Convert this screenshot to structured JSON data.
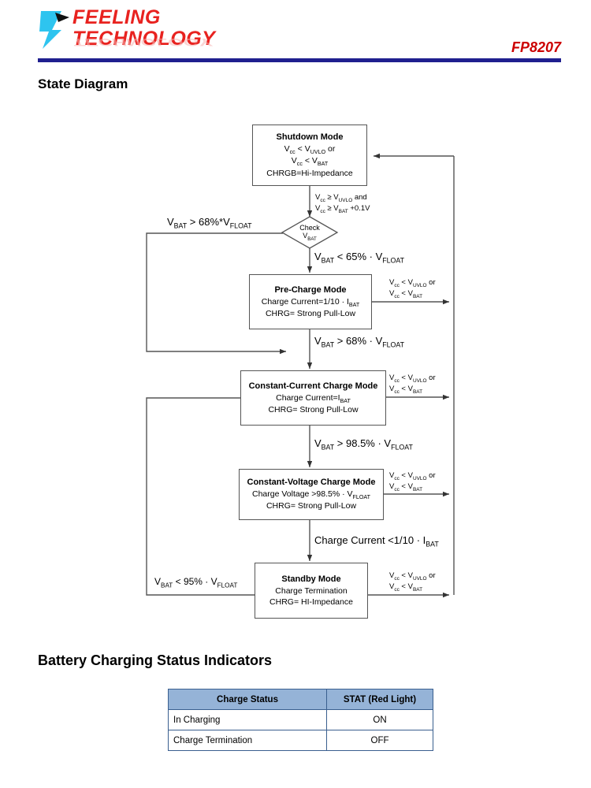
{
  "header": {
    "logo_line1": "FEELING",
    "logo_line2": "TECHNOLOGY",
    "logo_mark": "cyan-arrow-logo-icon",
    "part_number": "FP8207"
  },
  "sections": {
    "state_diagram_title": "State Diagram",
    "table_title": "Battery Charging Status Indicators"
  },
  "diagram": {
    "nodes": [
      {
        "id": "shutdown",
        "title": "Shutdown Mode",
        "lines": [
          "Vcc < VUVLO or",
          "Vcc < VBAT",
          "CHRGB=Hi-Impedance"
        ]
      },
      {
        "id": "check",
        "title": "Check",
        "lines": [
          "VBAT"
        ]
      },
      {
        "id": "precharge",
        "title": "Pre-Charge Mode",
        "lines": [
          "Charge Current=1/10 · IBAT",
          "CHRG= Strong Pull-Low"
        ]
      },
      {
        "id": "constant-current",
        "title": "Constant-Current Charge Mode",
        "lines": [
          "Charge Current=IBAT",
          "CHRG= Strong Pull-Low"
        ]
      },
      {
        "id": "constant-voltage",
        "title": "Constant-Voltage Charge Mode",
        "lines": [
          "Charge Voltage >98.5% · VFLOAT",
          "CHRG= Strong Pull-Low"
        ]
      },
      {
        "id": "standby",
        "title": "Standby Mode",
        "lines": [
          "Charge Termination",
          "CHRG= HI-Impedance"
        ]
      }
    ],
    "edges": {
      "shutdown_to_check_l1": "Vcc ≥ VUVLO and",
      "shutdown_to_check_l2": "Vcc ≥ VBAT +0.1V",
      "check_to_cc": "VBAT > 68%*VFLOAT",
      "check_to_precharge": "VBAT < 65% · VFLOAT",
      "precharge_to_cc": "VBAT > 68% · VFLOAT",
      "cc_to_cv": "VBAT > 98.5% · VFLOAT",
      "cv_to_standby": "Charge Current <1/10 · IBAT",
      "standby_to_cc": "VBAT < 95% · VFLOAT",
      "fault_l1": "Vcc < VUVLO or",
      "fault_l2": "Vcc < VBAT"
    }
  },
  "table": {
    "headers": [
      "Charge Status",
      "STAT (Red Light)"
    ],
    "rows": [
      [
        "In Charging",
        "ON"
      ],
      [
        "Charge Termination",
        "OFF"
      ]
    ]
  },
  "colors": {
    "brand_red": "#e8221f",
    "rule_navy": "#1f1f8f",
    "table_header": "#95b3d7",
    "table_border": "#3a5f8f",
    "logo_cyan": "#2ec4ef"
  }
}
